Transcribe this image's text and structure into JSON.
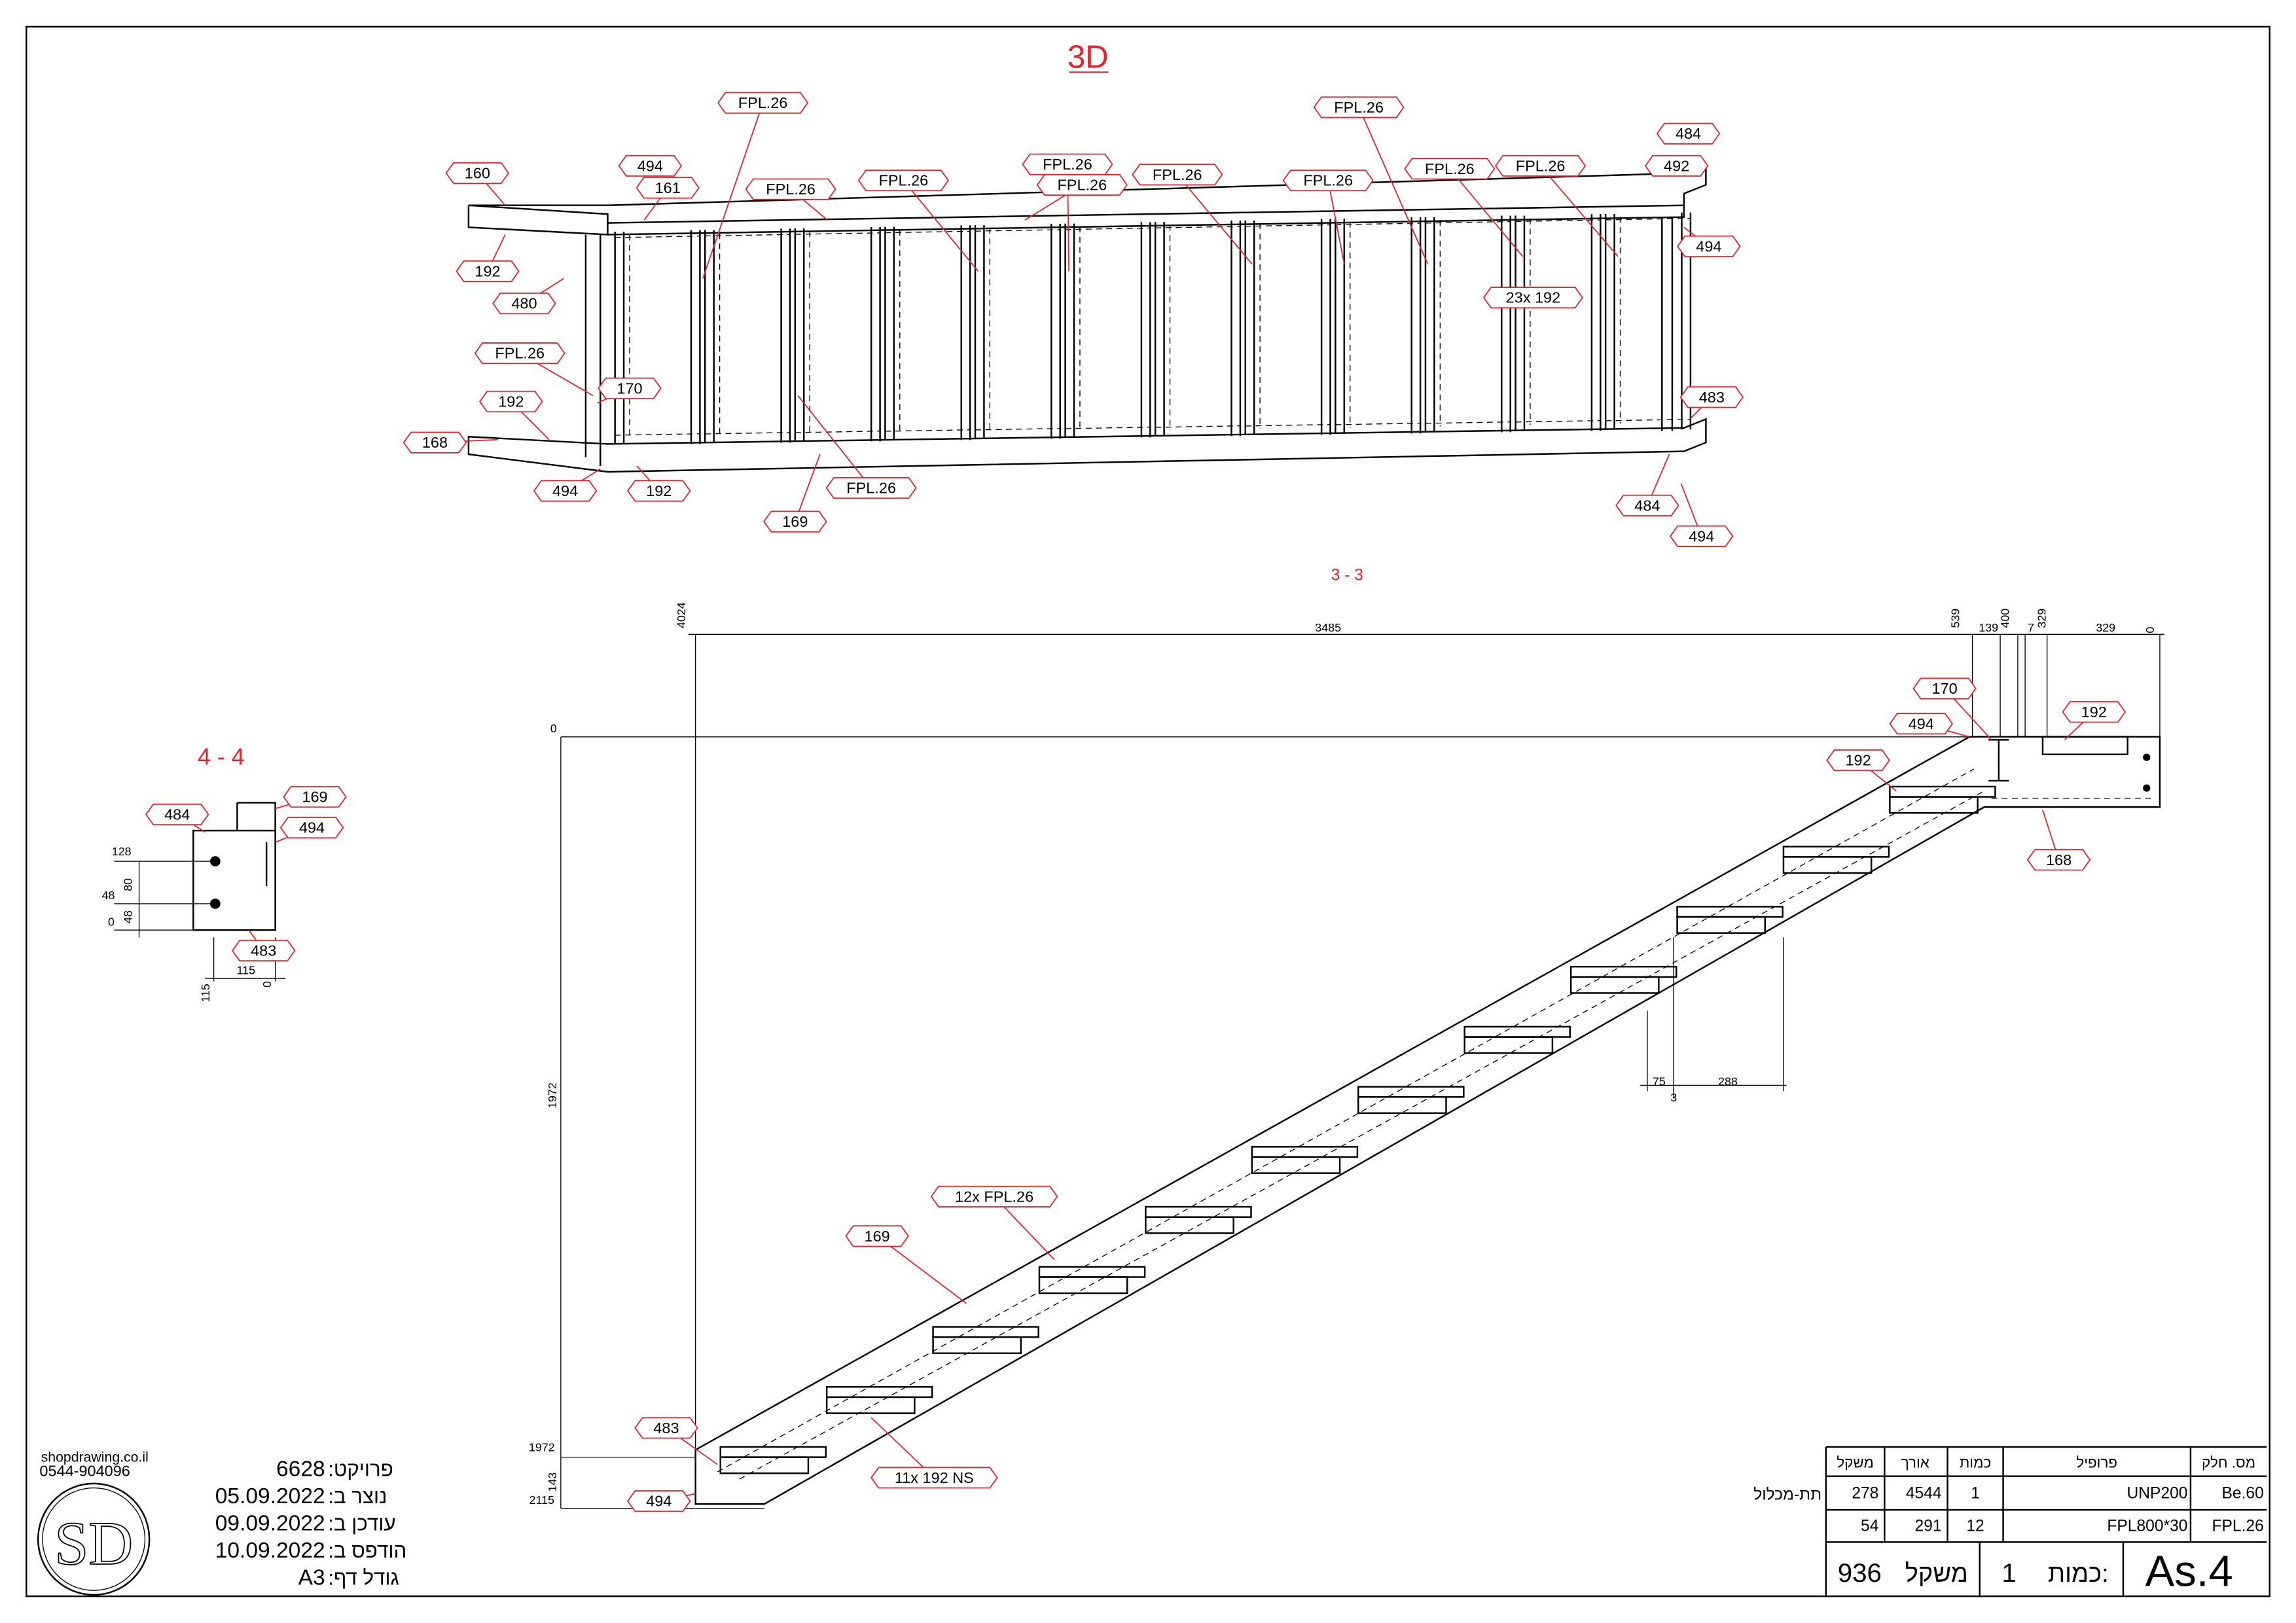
{
  "views": {
    "iso_title": "3D",
    "section_title": "3 - 3",
    "detail_title": "4 - 4"
  },
  "iso_tags": [
    "FPL.26",
    "FPL.26",
    "484",
    "160",
    "494",
    "161",
    "FPL.26",
    "FPL.26",
    "FPL.26",
    "FPL.26",
    "FPL.26",
    "FPL.26",
    "FPL.26",
    "FPL.26",
    "492",
    "494",
    "192",
    "480",
    "23x 192",
    "FPL.26",
    "170",
    "192",
    "483",
    "168",
    "494",
    "192",
    "FPL.26",
    "169",
    "484",
    "494"
  ],
  "section_tags": [
    "170",
    "494",
    "192",
    "192",
    "168",
    "12x FPL.26",
    "169",
    "483",
    "494",
    "11x 192 NS"
  ],
  "section_dims": [
    "4024",
    "3485",
    "539",
    "139",
    "400",
    "7",
    "329",
    "329",
    "0",
    "0",
    "1972",
    "1972",
    "2115",
    "143",
    "75",
    "288",
    "3"
  ],
  "detail_tags": [
    "484",
    "169",
    "494",
    "483"
  ],
  "detail_dims": [
    "128",
    "80",
    "48",
    "48",
    "0",
    "115",
    "115",
    "0"
  ],
  "company": {
    "website": "shopdrawing.co.il",
    "phone": "0544-904096",
    "logo_text": "SD"
  },
  "info": [
    {
      "label": "פרויקט:",
      "value": "6628"
    },
    {
      "label": "נוצר ב:",
      "value": "05.09.2022"
    },
    {
      "label": "עודכן ב:",
      "value": "09.09.2022"
    },
    {
      "label": "הודפס ב:",
      "value": "10.09.2022"
    },
    {
      "label": "גודל דף:",
      "value": "A3"
    }
  ],
  "parts_table": {
    "side_label": "תת-מכלול",
    "headers": [
      "משקל",
      "אורך",
      "כמות",
      "פרופיל",
      "מס. חלק"
    ],
    "rows": [
      [
        "278",
        "4544",
        "1",
        "UNP200",
        "Be.60"
      ],
      [
        "54",
        "291",
        "12",
        "FPL800*30",
        "FPL.26"
      ]
    ],
    "weight_label": "משקל",
    "weight_value": "936",
    "qty_label": "כמות:",
    "qty_value": "1",
    "assembly": "As.4"
  }
}
